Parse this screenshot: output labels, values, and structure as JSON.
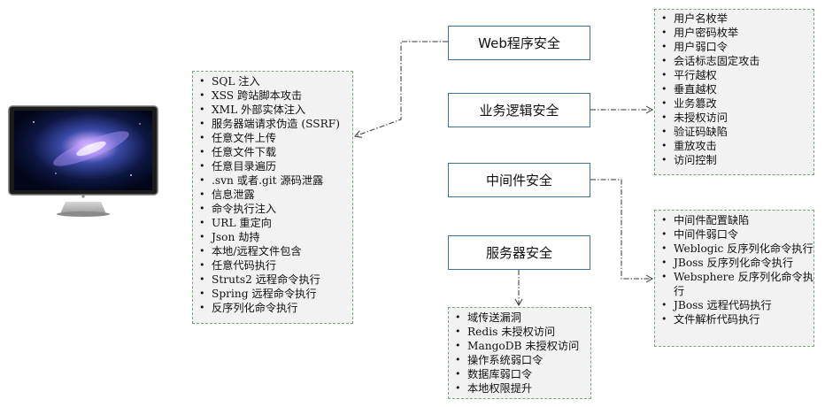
{
  "categories": {
    "web": "Web程序安全",
    "logic": "业务逻辑安全",
    "middleware": "中间件安全",
    "server": "服务器安全"
  },
  "web_items": [
    "SQL 注入",
    "XSS 跨站脚本攻击",
    "XML 外部实体注入",
    "服务器端请求伪造 (SSRF)",
    "任意文件上传",
    "任意文件下载",
    "任意目录遍历",
    ".svn 或者.git 源码泄露",
    "信息泄露",
    "命令执行注入",
    "URL 重定向",
    "Json 劫持",
    "本地/远程文件包含",
    "任意代码执行",
    "Struts2 远程命令执行",
    "Spring 远程命令执行",
    "反序列化命令执行"
  ],
  "logic_items": [
    "用户名枚举",
    "用户密码枚举",
    "用户弱口令",
    "会话标志固定攻击",
    "平行越权",
    "垂直越权",
    "业务篡改",
    "未授权访问",
    "验证码缺陷",
    "重放攻击",
    "访问控制"
  ],
  "middleware_items": [
    "中间件配置缺陷",
    "中间件弱口令",
    "Weblogic 反序列化命令执行",
    "JBoss 反序列化命令执行",
    "Websphere 反序列化命令执行",
    "JBoss 远程代码执行",
    "文件解析代码执行"
  ],
  "server_items": [
    "域传送漏洞",
    "Redis 未授权访问",
    "MangoDB 未授权访问",
    "操作系统弱口令",
    "数据库弱口令",
    "本地权限提升"
  ],
  "colors": {
    "box_fill": "#f2f2f2",
    "box_border": "#7aa67a",
    "category_border": "#41719c",
    "connector": "#333333"
  },
  "icon": "desktop-monitor-icon"
}
